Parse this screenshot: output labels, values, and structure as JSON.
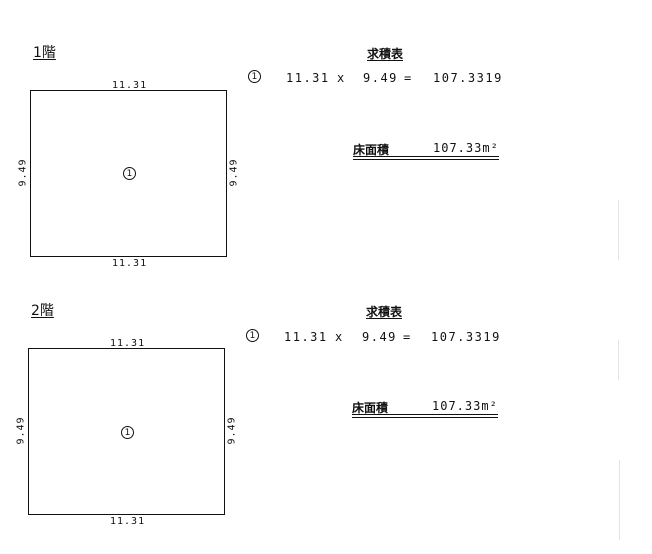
{
  "floors": [
    {
      "label": "1階",
      "marker": "1",
      "width_label": "11.31",
      "height_label": "9.49",
      "table_title": "求積表",
      "calc": {
        "marker": "1",
        "a": "11.31",
        "op": "x",
        "b": "9.49",
        "eq": "=",
        "result": "107.3319"
      },
      "area_label": "床面積",
      "area_value": "107.33m²"
    },
    {
      "label": "2階",
      "marker": "1",
      "width_label": "11.31",
      "height_label": "9.49",
      "table_title": "求積表",
      "calc": {
        "marker": "1",
        "a": "11.31",
        "op": "x",
        "b": "9.49",
        "eq": "=",
        "result": "107.3319"
      },
      "area_label": "床面積",
      "area_value": "107.33m²"
    }
  ]
}
